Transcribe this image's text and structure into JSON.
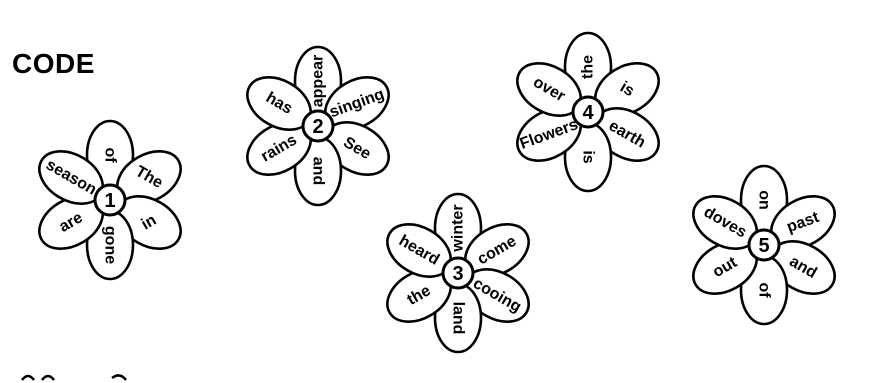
{
  "title": "CODE",
  "flowers": [
    {
      "number": "1",
      "words": [
        "of",
        "The",
        "in",
        "gone",
        "are",
        "season"
      ]
    },
    {
      "number": "2",
      "words": [
        "appear",
        "singing",
        "See",
        "and",
        "rains",
        "has"
      ]
    },
    {
      "number": "3",
      "words": [
        "winter",
        "come",
        "cooing",
        "land",
        "the",
        "heard"
      ]
    },
    {
      "number": "4",
      "words": [
        "the",
        "is",
        "earth",
        "is",
        "Flowers",
        "over"
      ]
    },
    {
      "number": "5",
      "words": [
        "on",
        "past",
        "and",
        "of",
        "out",
        "doves"
      ]
    }
  ]
}
